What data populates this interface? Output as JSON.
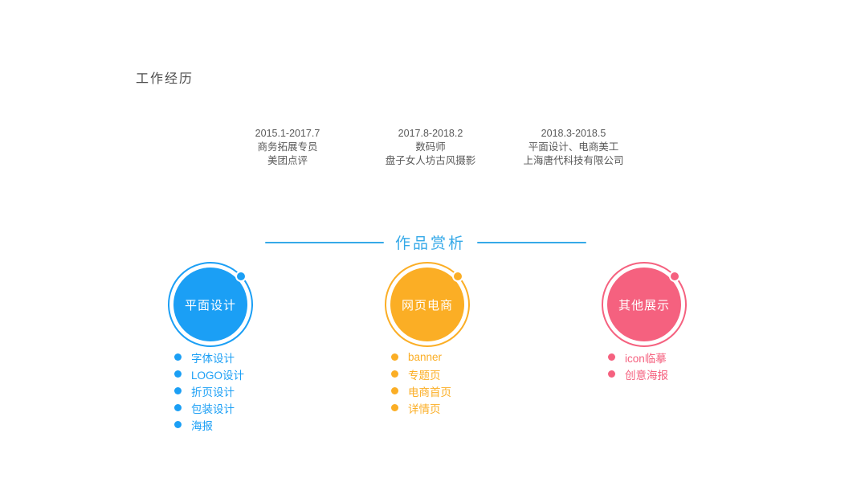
{
  "page": {
    "title": "工作经历"
  },
  "experience": {
    "entries": [
      {
        "date": "2015.1-2017.7",
        "role": "商务拓展专员",
        "company": "美团点评"
      },
      {
        "date": "2017.8-2018.2",
        "role": "数码师",
        "company": "盘子女人坊古风摄影"
      },
      {
        "date": "2018.3-2018.5",
        "role": "平面设计、电商美工",
        "company": "上海唐代科技有限公司"
      }
    ]
  },
  "portfolio": {
    "heading": "作品赏析",
    "accent_color": "#35a9e8",
    "categories": [
      {
        "label": "平面设计",
        "color": "#1b9ff5",
        "items": [
          "字体设计",
          "LOGO设计",
          "折页设计",
          "包装设计",
          "海报"
        ]
      },
      {
        "label": "网页电商",
        "color": "#fbae25",
        "items": [
          "banner",
          "专题页",
          "电商首页",
          "详情页"
        ]
      },
      {
        "label": "其他展示",
        "color": "#f5617f",
        "items": [
          "icon临摹",
          "创意海报"
        ]
      }
    ]
  }
}
